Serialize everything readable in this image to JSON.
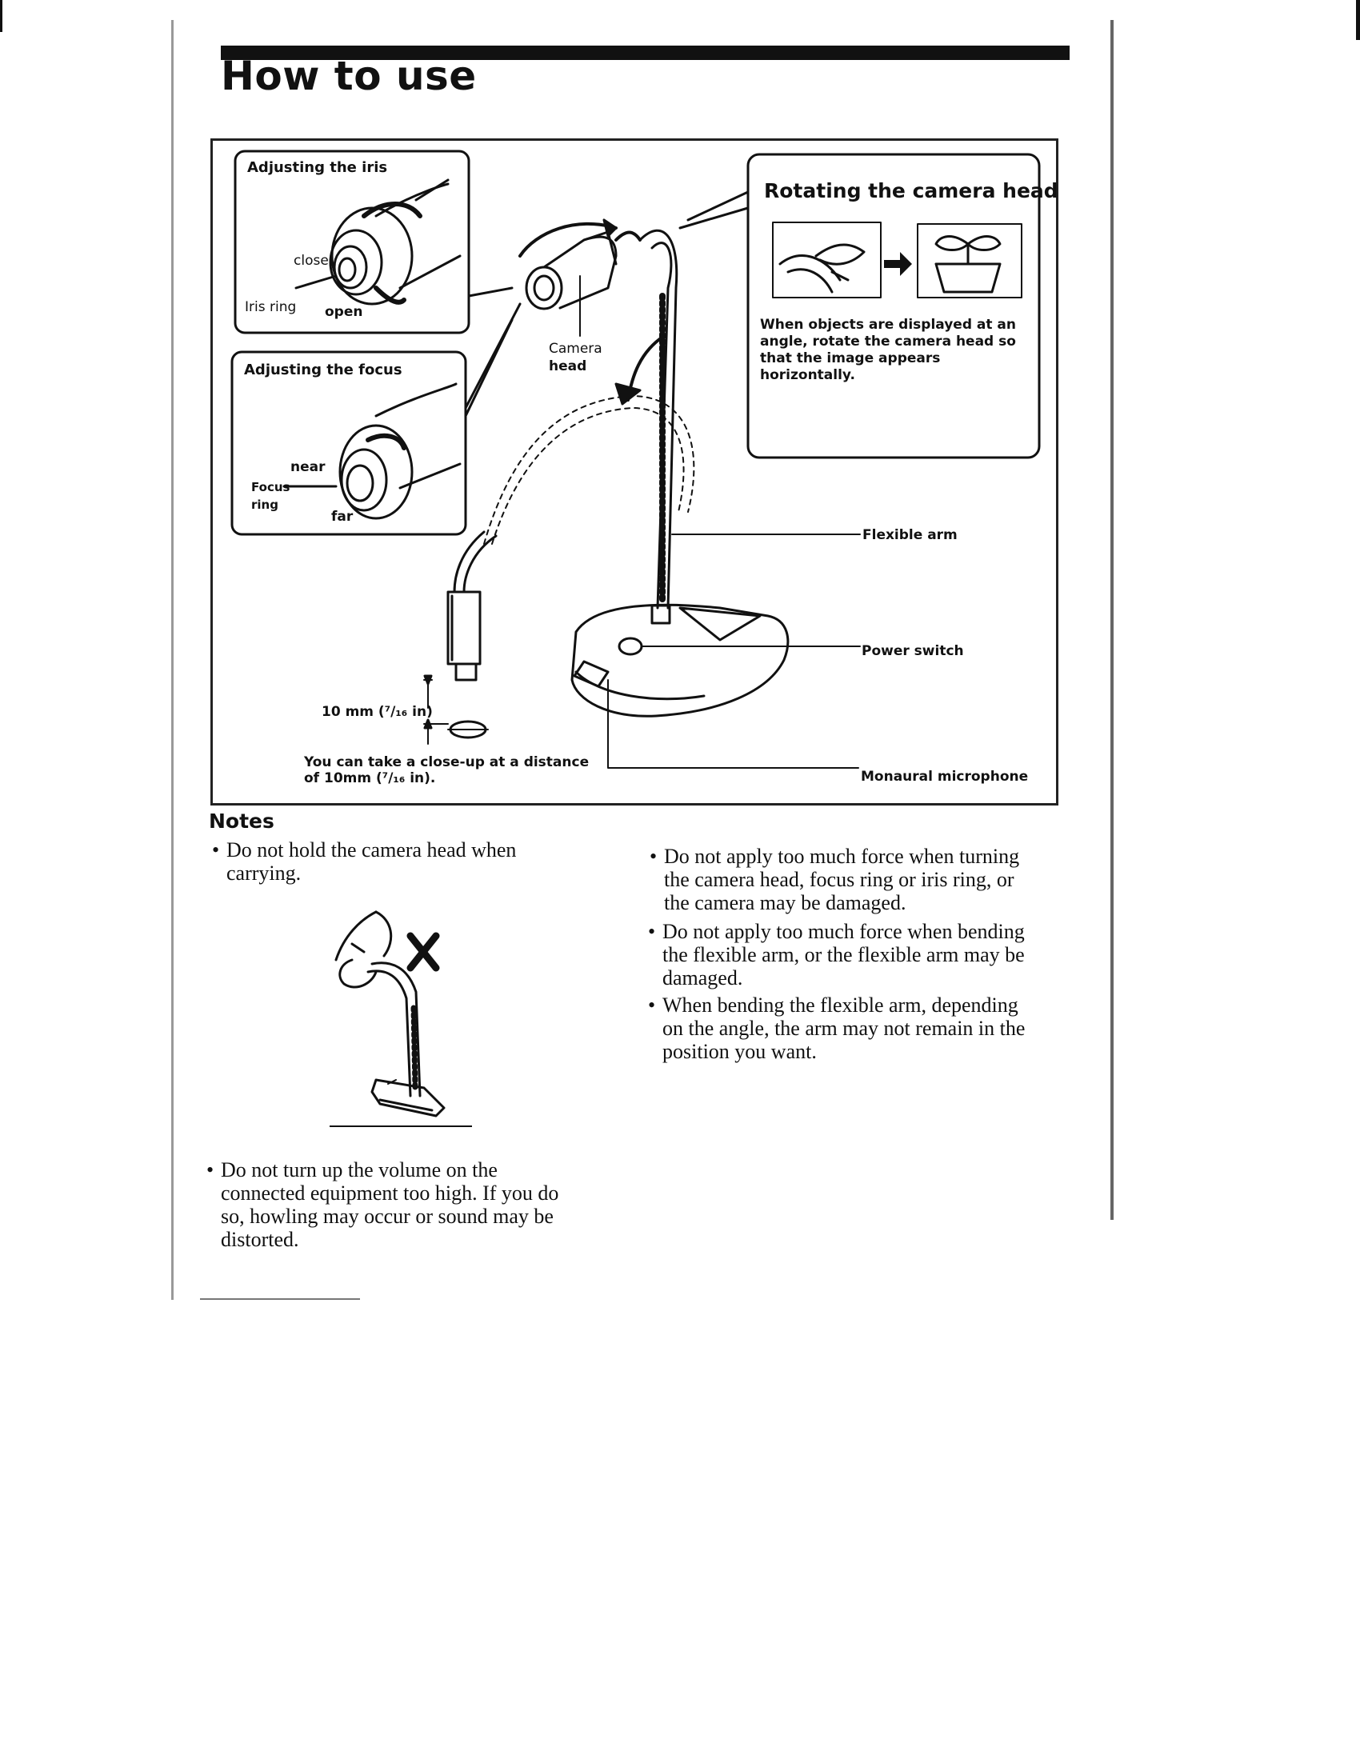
{
  "page": {
    "title": "How to use"
  },
  "diagram": {
    "iris_box": {
      "title": "Adjusting the iris",
      "close": "close",
      "iris_ring": "Iris ring",
      "open": "open"
    },
    "focus_box": {
      "title": "Adjusting the focus",
      "near": "near",
      "focus_ring_line1": "Focus",
      "focus_ring_line2": "ring",
      "far": "far"
    },
    "camera_head_line1": "Camera",
    "camera_head_line2": "head",
    "rotate_box": {
      "title": "Rotating the camera head",
      "desc_line1": "When objects are displayed at an",
      "desc_line2": "angle, rotate the camera head so",
      "desc_line3": "that the image appears horizontally."
    },
    "flexible_arm": "Flexible arm",
    "power_switch": "Power switch",
    "monaural_microphone": "Monaural microphone",
    "distance": "10 mm (⁷/₁₆ in)",
    "closeup_line1": "You can take a close-up at a distance",
    "closeup_line2": "of 10mm (⁷/₁₆ in)."
  },
  "notes": {
    "heading": "Notes",
    "left": [
      {
        "lines": [
          "Do not hold the camera head when",
          "carrying."
        ]
      },
      {
        "lines": [
          "Do not turn up the volume on the",
          "connected equipment too high.  If you do",
          "so, howling may occur or sound may be",
          "distorted."
        ]
      }
    ],
    "right": [
      {
        "lines": [
          "Do not apply too much force when turning",
          "the camera head, focus ring or iris ring, or",
          "the camera may be damaged."
        ]
      },
      {
        "lines": [
          "Do not apply too much force when bending",
          "the flexible arm, or the flexible arm may be",
          "damaged."
        ]
      },
      {
        "lines": [
          "When bending the flexible arm, depending",
          "on the angle, the arm may not remain in the",
          "position you want."
        ]
      }
    ]
  }
}
